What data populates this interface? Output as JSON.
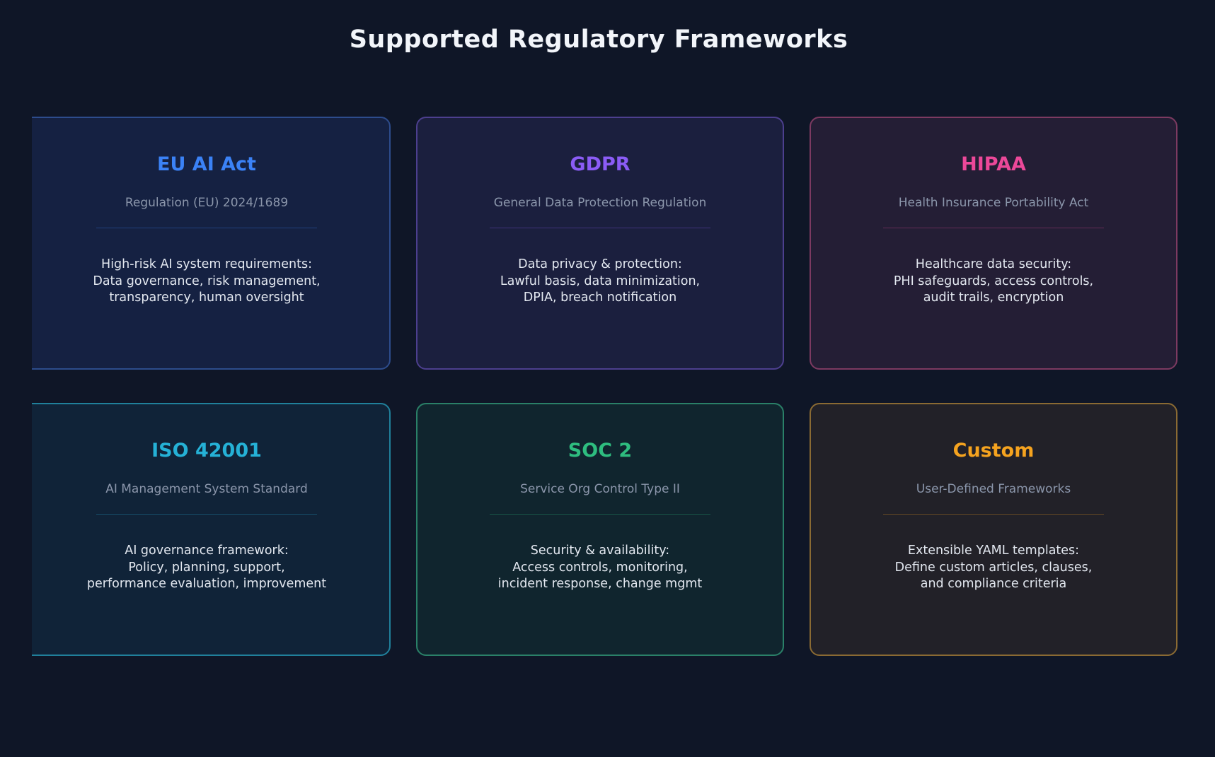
{
  "page": {
    "title": "Supported Regulatory Frameworks",
    "background_color": "#0f1627",
    "title_color": "#f2f5fa"
  },
  "cards": [
    {
      "id": "eu-ai-act",
      "title": "EU AI Act",
      "subtitle": "Regulation (EU) 2024/1689",
      "description_lines": [
        "High-risk AI system requirements:",
        "Data governance, risk management,",
        "transparency, human oversight"
      ],
      "accent": "#3b82f6",
      "bg": "#152142",
      "border": "#2d4c8c"
    },
    {
      "id": "gdpr",
      "title": "GDPR",
      "subtitle": "General Data Protection Regulation",
      "description_lines": [
        "Data privacy & protection:",
        "Lawful basis, data minimization,",
        "DPIA, breach notification"
      ],
      "accent": "#8b5cf6",
      "bg": "#1b1f3e",
      "border": "#4c3f8e"
    },
    {
      "id": "hipaa",
      "title": "HIPAA",
      "subtitle": "Health Insurance Portability Act",
      "description_lines": [
        "Healthcare data security:",
        "PHI safeguards, access controls,",
        "audit trails, encryption"
      ],
      "accent": "#ec4899",
      "bg": "#241e35",
      "border": "#7c3a61"
    },
    {
      "id": "iso-42001",
      "title": "ISO 42001",
      "subtitle": "AI Management System Standard",
      "description_lines": [
        "AI governance framework:",
        "Policy, planning, support,",
        "performance evaluation, improvement"
      ],
      "accent": "#25b1d6",
      "bg": "#102338",
      "border": "#20809b"
    },
    {
      "id": "soc-2",
      "title": "SOC 2",
      "subtitle": "Service Org Control Type II",
      "description_lines": [
        "Security & availability:",
        "Access controls, monitoring,",
        "incident response, change mgmt"
      ],
      "accent": "#2ebd7f",
      "bg": "#10252e",
      "border": "#2a8068"
    },
    {
      "id": "custom",
      "title": "Custom",
      "subtitle": "User-Defined Frameworks",
      "description_lines": [
        "Extensible YAML templates:",
        "Define custom articles, clauses,",
        "and compliance criteria"
      ],
      "accent": "#f5a31f",
      "bg": "#222128",
      "border": "#8a6a33"
    }
  ]
}
